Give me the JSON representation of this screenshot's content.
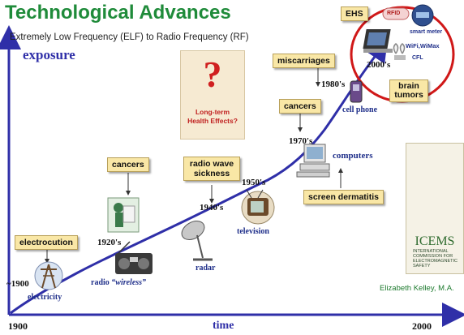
{
  "title": "Technological Advances",
  "subtitle": "Extremely Low Frequency (ELF) to Radio Frequency (RF)",
  "axis": {
    "y_label": "exposure",
    "x_label": "time",
    "x_start": "1900",
    "x_end": "2000"
  },
  "years": {
    "y1900": "~1900",
    "y1920": "1920's",
    "y1940": "1940's",
    "y1950": "1950's",
    "y1970": "1970's",
    "y1980": "1980's",
    "y2000": "2000's"
  },
  "effects": {
    "electrocution": "electrocution",
    "cancers_early": "cancers",
    "radio_wave_sickness": "radio wave sickness",
    "miscarriages": "miscarriages",
    "cancers_late": "cancers",
    "screen_dermatitis": "screen dermatitis",
    "ehs": "EHS",
    "brain_tumors": "brain tumors"
  },
  "technologies": {
    "electricity": "electricity",
    "radio_prefix": "radio ",
    "radio_wireless": "“wireless”",
    "radar": "radar",
    "television": "television",
    "computers": "computers",
    "cell_phone": "cell phone",
    "rfid": "RFID",
    "smart_meter": "smart meter",
    "wifi": "WiFi,WiMax",
    "cfl": "CFL"
  },
  "question": {
    "mark": "?",
    "line1": "Long-term",
    "line2": "Health Effects?"
  },
  "icems": {
    "acronym": "ICEMS",
    "line1": "INTERNATIONAL",
    "line2": "COMMISSION FOR",
    "line3": "ELECTROMAGNETIC",
    "line4": "SAFETY"
  },
  "credit": "Elizabeth Kelley, M.A.",
  "colors": {
    "title": "#1f8b3a",
    "axis": "#2f2fa8",
    "box": "#f9e7a6",
    "highlight_circle": "#d01818"
  }
}
